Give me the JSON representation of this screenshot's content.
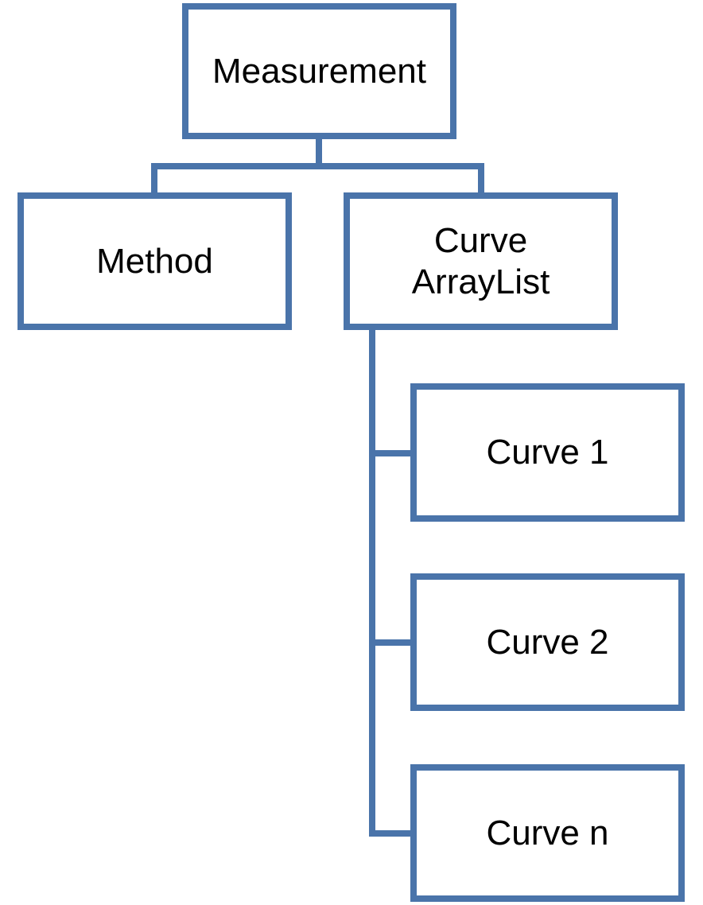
{
  "colors": {
    "box_border": "#4a74aa",
    "connector": "#4a74aa",
    "text": "#000000",
    "background": "#ffffff"
  },
  "nodes": {
    "root": {
      "label": "Measurement"
    },
    "method": {
      "label": "Method"
    },
    "curve_list": {
      "line1": "Curve",
      "line2": "ArrayList"
    },
    "curves": [
      {
        "label": "Curve 1"
      },
      {
        "label": "Curve 2"
      },
      {
        "label": "Curve n"
      }
    ]
  },
  "edges": [
    {
      "from": "root",
      "to": "method"
    },
    {
      "from": "root",
      "to": "curve_list"
    },
    {
      "from": "curve_list",
      "to": "curves.0"
    },
    {
      "from": "curve_list",
      "to": "curves.1"
    },
    {
      "from": "curve_list",
      "to": "curves.2"
    }
  ]
}
